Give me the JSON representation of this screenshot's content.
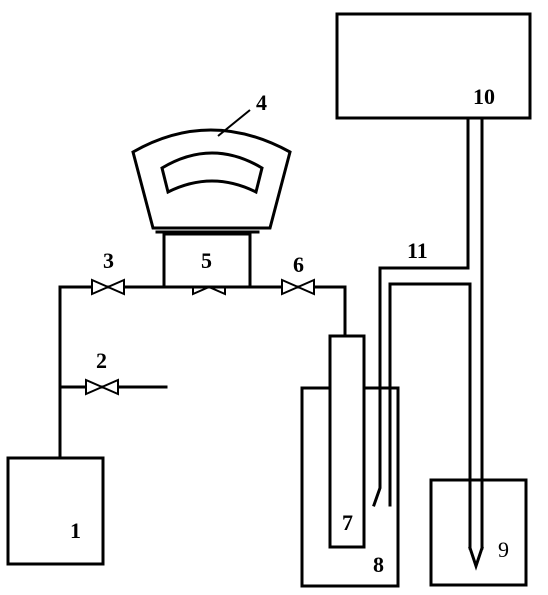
{
  "labels": {
    "n1": "1",
    "n2": "2",
    "n3": "3",
    "n4": "4",
    "n5": "5",
    "n6": "6",
    "n7": "7",
    "n8": "8",
    "n9": "9",
    "n10": "10",
    "n11": "11"
  },
  "colors": {
    "stroke": "#000000",
    "background": "#ffffff"
  }
}
